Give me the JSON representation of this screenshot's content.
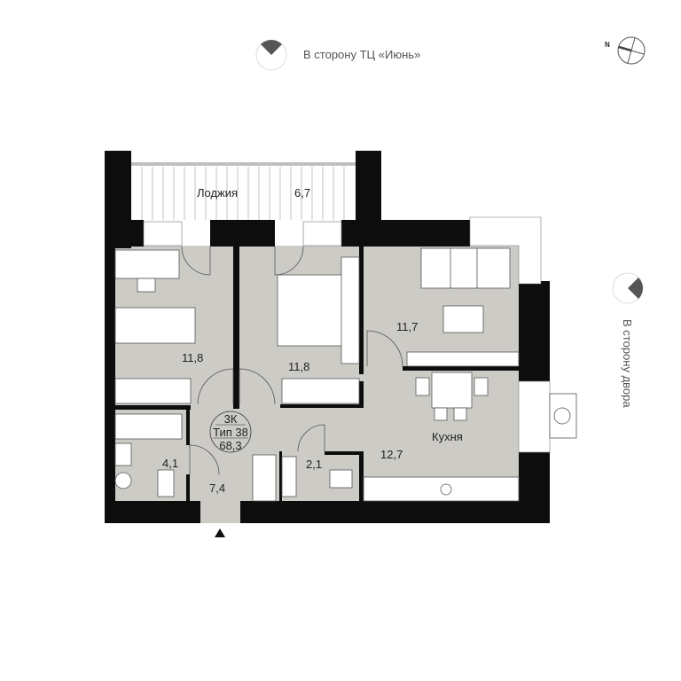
{
  "orientation": {
    "top_direction_label": "В сторону ТЦ «Июнь»",
    "right_direction_label": "В сторону двора",
    "compass_north_label": "N"
  },
  "apartment": {
    "rooms_label": "3К",
    "type_label": "Тип 38",
    "total_area": "68,3"
  },
  "rooms": {
    "loggia": {
      "name": "Лоджия",
      "area": "6,7"
    },
    "bedroom_left": {
      "area": "11,8"
    },
    "bedroom_middle": {
      "area": "11,8"
    },
    "living": {
      "area": "11,7"
    },
    "kitchen": {
      "name": "Кухня",
      "area": "12,7"
    },
    "bathroom": {
      "area": "4,1"
    },
    "hallway": {
      "area": "7,4"
    },
    "toilet": {
      "area": "2,1"
    }
  },
  "colors": {
    "wall": "#0d0d0d",
    "floor": "#cdcbc6",
    "text": "#222222"
  }
}
